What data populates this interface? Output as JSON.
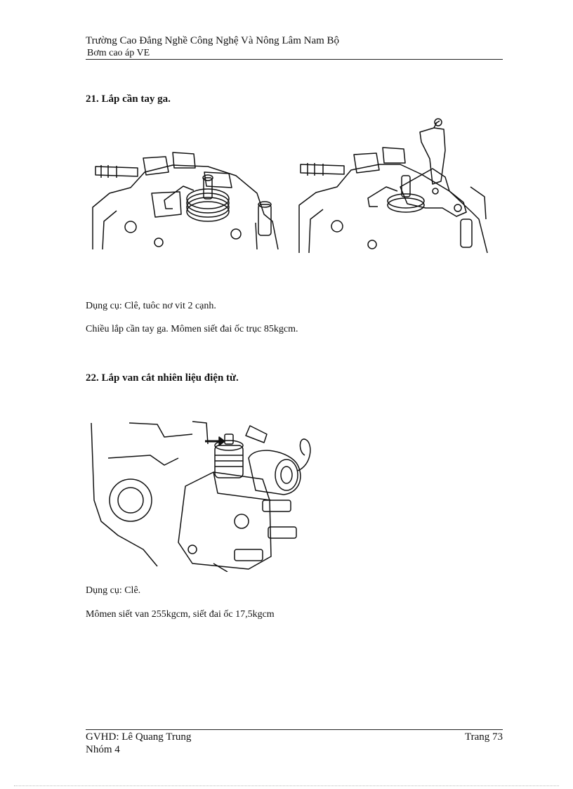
{
  "header": {
    "school": "Trường Cao Đẳng Nghề Công Nghệ Và Nông Lâm Nam Bộ",
    "subject": "Bơm cao áp VE"
  },
  "sections": [
    {
      "heading": "21. Lắp cần tay ga.",
      "paragraphs": [
        "Dụng cụ: Clê, tuôc nơ vit 2 cạnh.",
        "Chiều lắp cần tay ga. Mômen siết đai ốc trục 85kgcm."
      ]
    },
    {
      "heading": "22. Lắp van cắt nhiên liệu điện từ.",
      "paragraphs": [
        "Dụng cụ: Clê.",
        "Mômen siết van 255kgcm, siết đai ốc 17,5kgcm"
      ]
    }
  ],
  "footer": {
    "instructor": "GVHD: Lê Quang Trung",
    "group": "Nhóm 4",
    "page": "Trang 73"
  },
  "figures": [
    {
      "icon": "pump-spring-illustration"
    },
    {
      "icon": "pump-throttle-lever-illustration"
    },
    {
      "icon": "fuel-cut-solenoid-illustration"
    }
  ]
}
